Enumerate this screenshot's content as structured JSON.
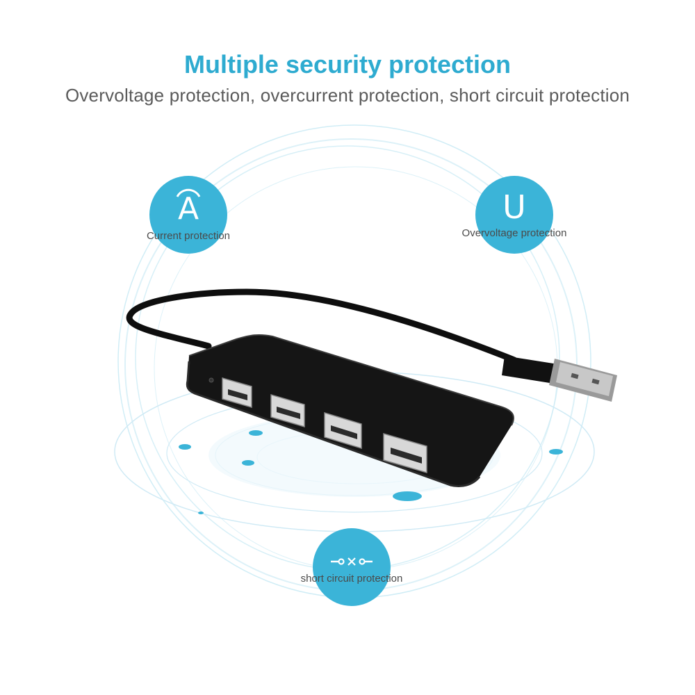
{
  "heading": {
    "title": "Multiple security protection",
    "subtitle": "Overvoltage protection, overcurrent protection, short circuit protection"
  },
  "colors": {
    "accent": "#2eabd0",
    "badge": "#3bb4d8",
    "ring": "#bfe6f3",
    "device": "#141414"
  },
  "badges": [
    {
      "icon": "ampere-icon",
      "glyph": "A",
      "label": "Current protection"
    },
    {
      "icon": "voltage-icon",
      "glyph": "U",
      "label": "Overvoltage protection"
    },
    {
      "icon": "short-circuit-icon",
      "glyph": "",
      "label": "short circuit protection"
    }
  ]
}
